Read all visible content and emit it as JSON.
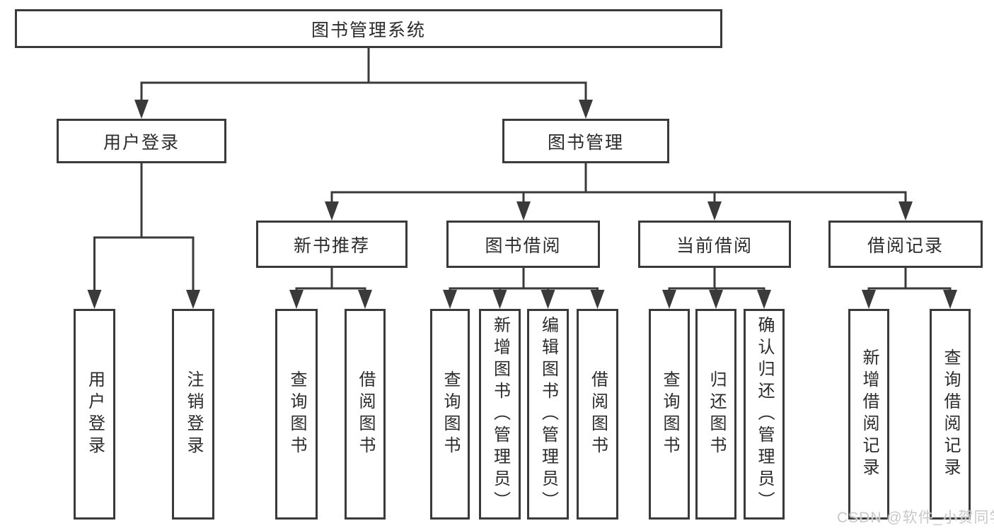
{
  "colors": {
    "line": "#3a3a3a",
    "text": "#2b2b2b",
    "node_fill": "#ffffff",
    "background": "#ffffff",
    "watermark": "#c9c9c9"
  },
  "watermark": "CSDN @软件_小贺同学",
  "tree": {
    "root": {
      "label": "图书管理系统"
    },
    "branches": [
      {
        "label": "用户登录",
        "children": [
          {
            "label": "用户登录"
          },
          {
            "label": "注销登录"
          }
        ]
      },
      {
        "label": "图书管理",
        "sections": [
          {
            "label": "新书推荐",
            "children": [
              {
                "label": "查询图书"
              },
              {
                "label": "借阅图书"
              }
            ]
          },
          {
            "label": "图书借阅",
            "children": [
              {
                "label": "查询图书"
              },
              {
                "label": "新增图书（管理员）"
              },
              {
                "label": "编辑图书（管理员）"
              },
              {
                "label": "借阅图书"
              }
            ]
          },
          {
            "label": "当前借阅",
            "children": [
              {
                "label": "查询图书"
              },
              {
                "label": "归还图书"
              },
              {
                "label": "确认归还（管理员）"
              }
            ]
          },
          {
            "label": "借阅记录",
            "children": [
              {
                "label": "新增借阅记录"
              },
              {
                "label": "查询借阅记录"
              }
            ]
          }
        ]
      }
    ]
  }
}
